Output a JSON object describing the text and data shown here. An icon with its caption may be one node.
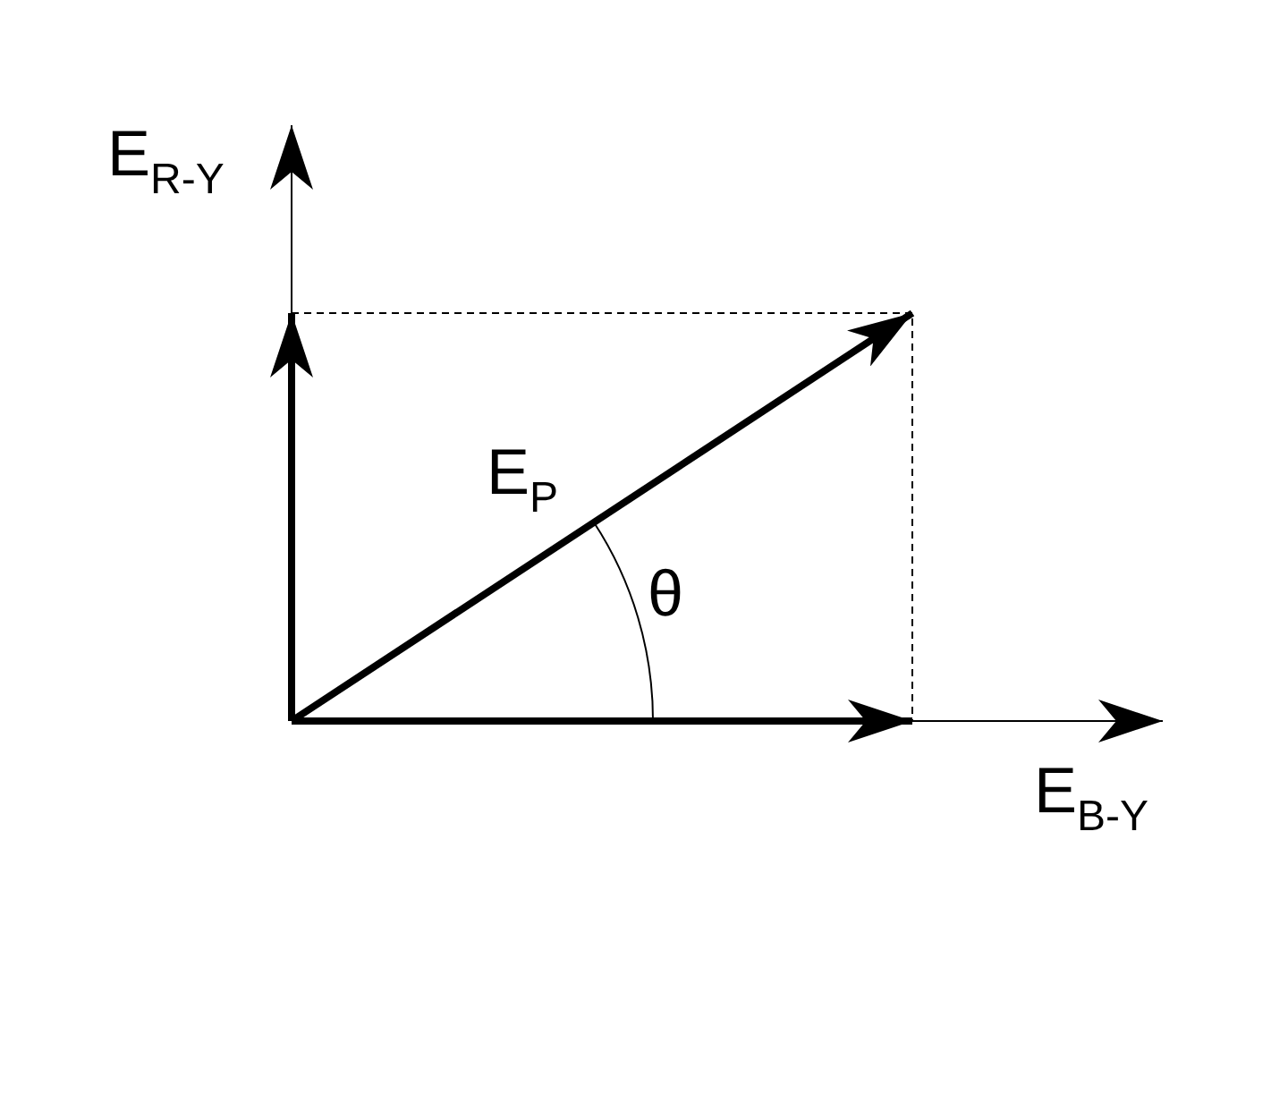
{
  "diagram": {
    "labels": [
      "E$_{R-Y}$",
      "E$_{P}$",
      "θ",
      "E$_{B-Y}$"
    ]
  }
}
